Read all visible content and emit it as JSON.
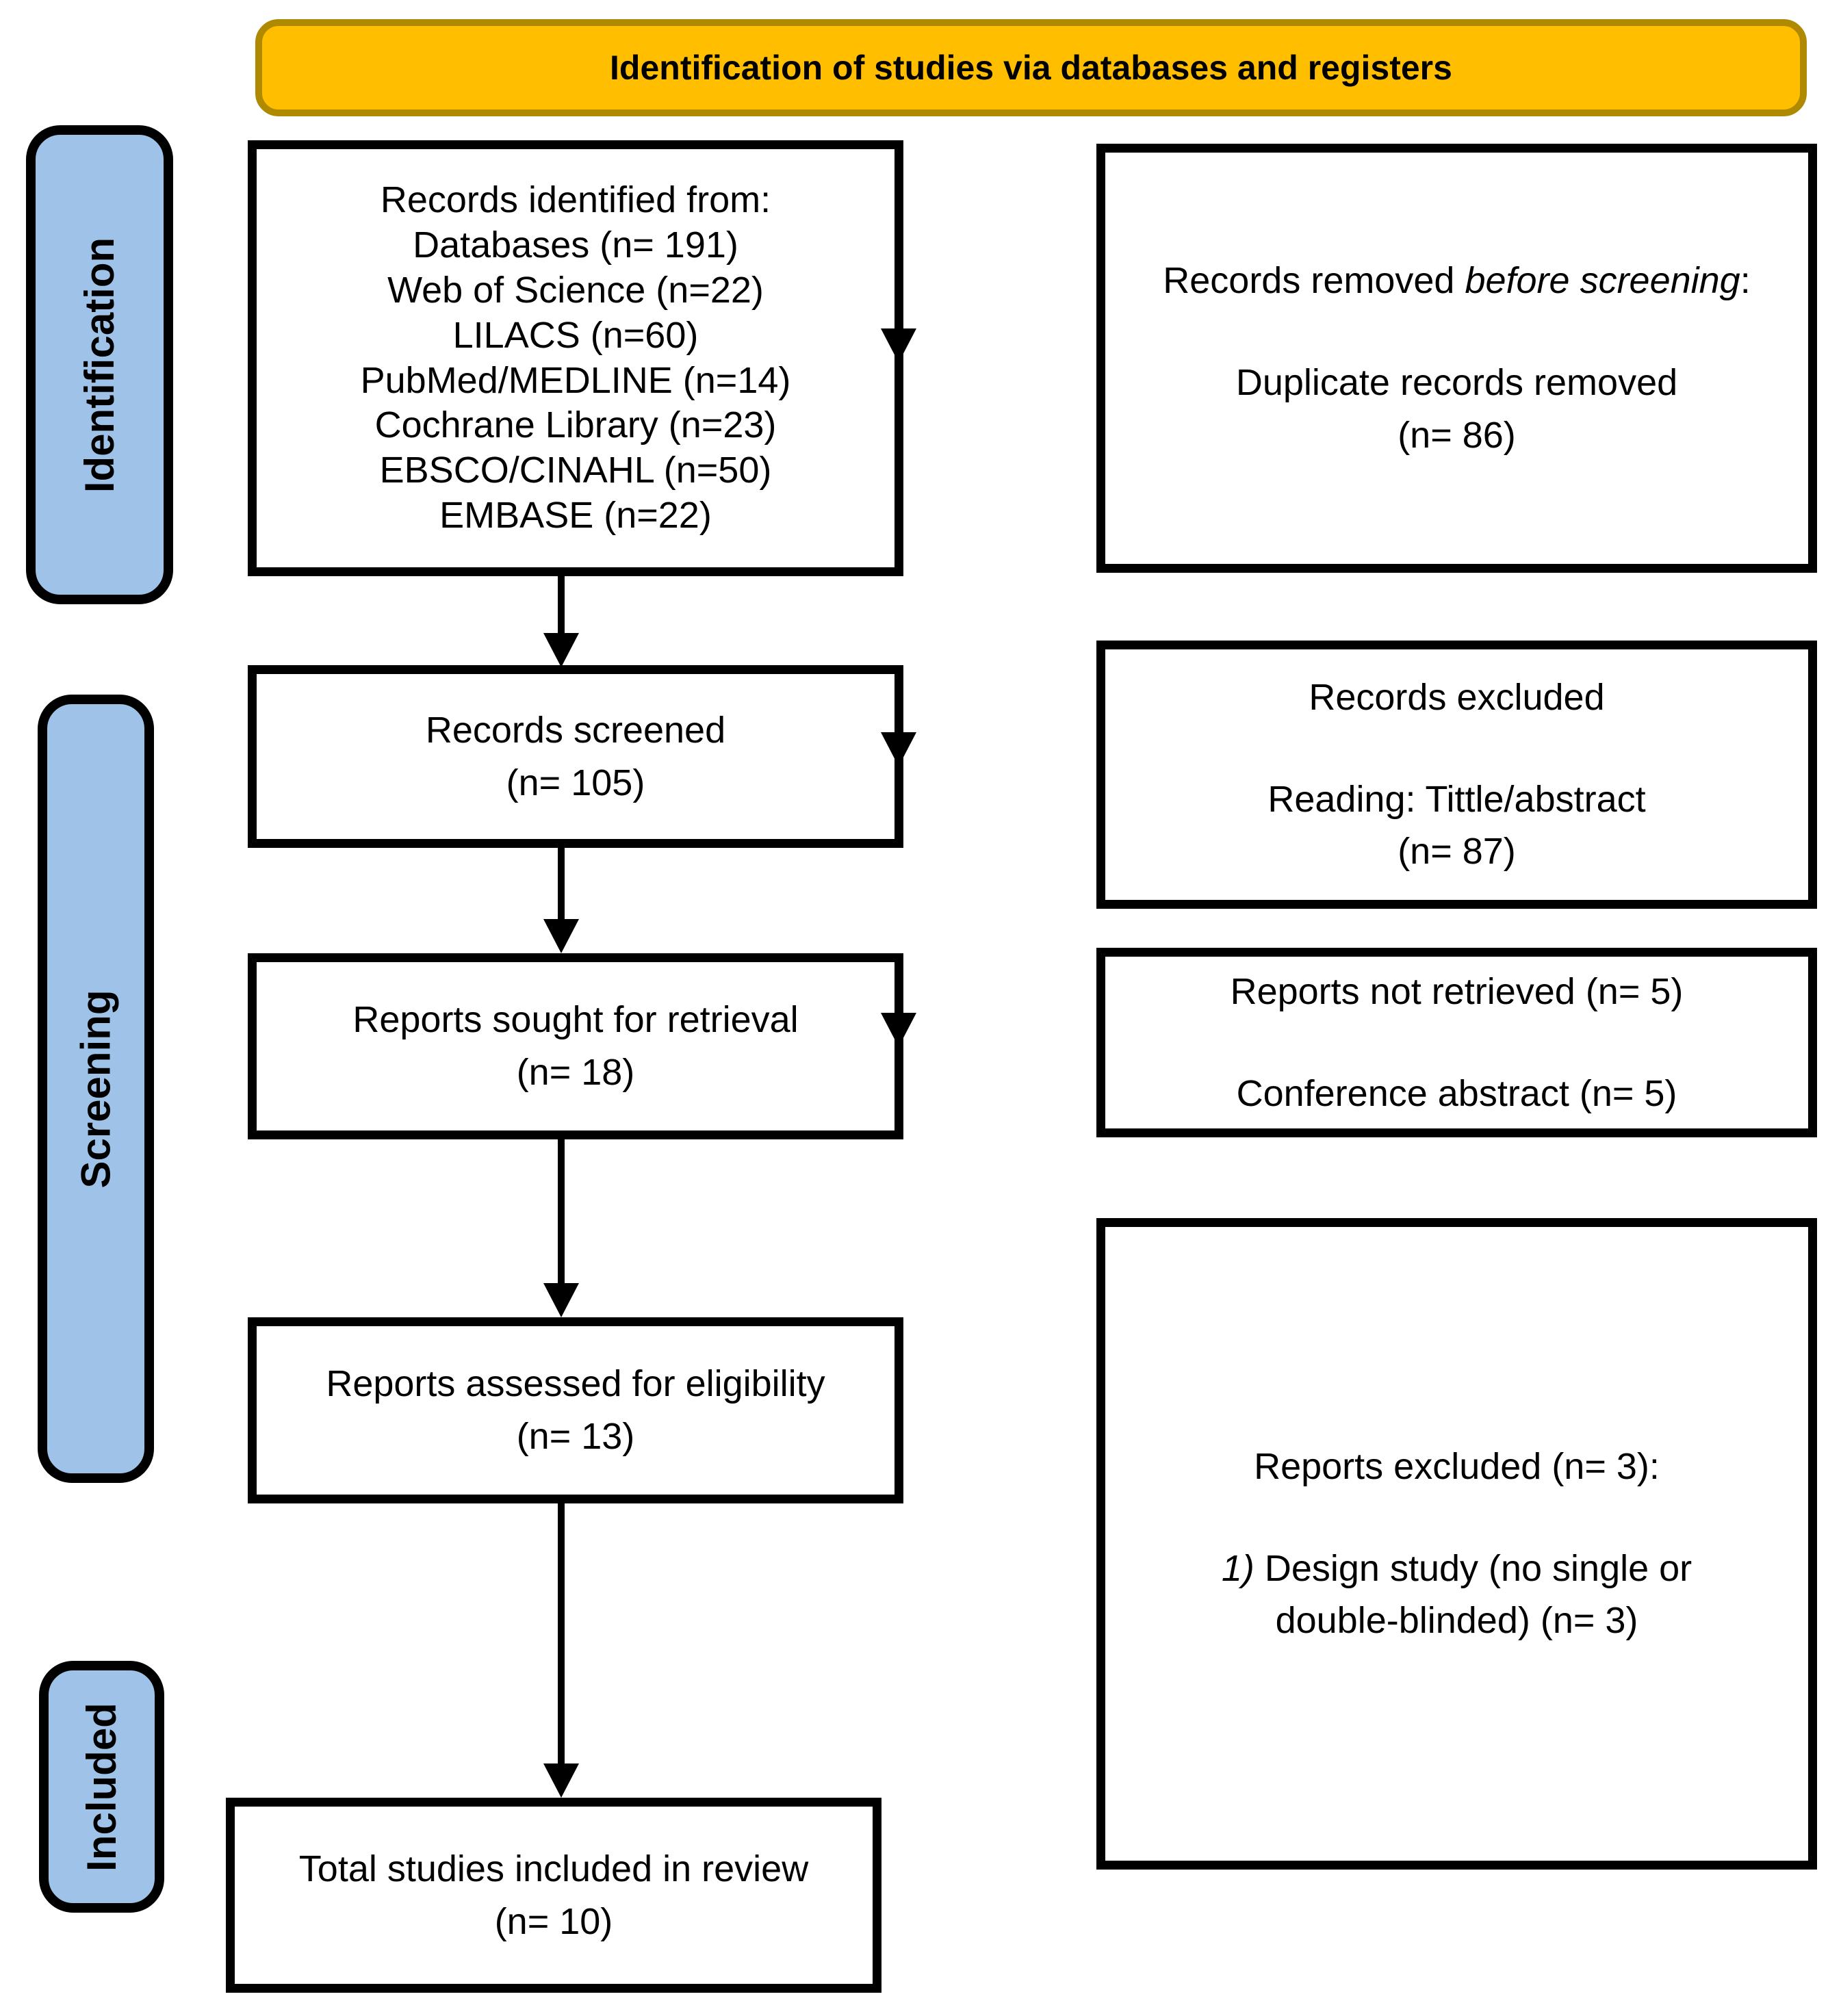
{
  "banner": {
    "title": "Identification of studies via databases and registers"
  },
  "colors": {
    "banner_bg": "#FFBF00",
    "banner_border": "#AF8A00",
    "stage_bg": "#9FC3E8",
    "line": "#000000"
  },
  "stages": {
    "identification": "Identification",
    "screening": "Screening",
    "included": "Included"
  },
  "flow": {
    "box1": {
      "lines": [
        "Records identified from:",
        "Databases (n= 191)",
        "Web of Science (n=22)",
        "LILACS (n=60)",
        "PubMed/MEDLINE (n=14)",
        "Cochrane Library (n=23)",
        "EBSCO/CINAHL (n=50)",
        "EMBASE (n=22)"
      ]
    },
    "box2": {
      "line1": "Records screened",
      "line2": "(n= 105)"
    },
    "box3": {
      "line1": "Reports sought for retrieval",
      "line2": "(n= 18)"
    },
    "box4": {
      "line1": "Reports assessed for eligibility",
      "line2": "(n= 13)"
    },
    "box5": {
      "line1": "Total studies included in review",
      "line2": "(n= 10)"
    }
  },
  "side": {
    "box1": {
      "line1_pre": "Records removed ",
      "line1_italic": "before screening",
      "line1_post": ":",
      "line2": "Duplicate records removed",
      "line3": "(n= 86)"
    },
    "box2": {
      "line1": "Records excluded",
      "line2": "Reading: Tittle/abstract",
      "line3": "(n= 87)"
    },
    "box3": {
      "line1": "Reports not retrieved (n= 5)",
      "line2": "Conference abstract (n= 5)"
    },
    "box4": {
      "line1": "Reports excluded (n= 3):",
      "item_marker": "1)",
      "item_rest": " Design study (no single or",
      "item_line2": "double-blinded) (n= 3)"
    }
  }
}
